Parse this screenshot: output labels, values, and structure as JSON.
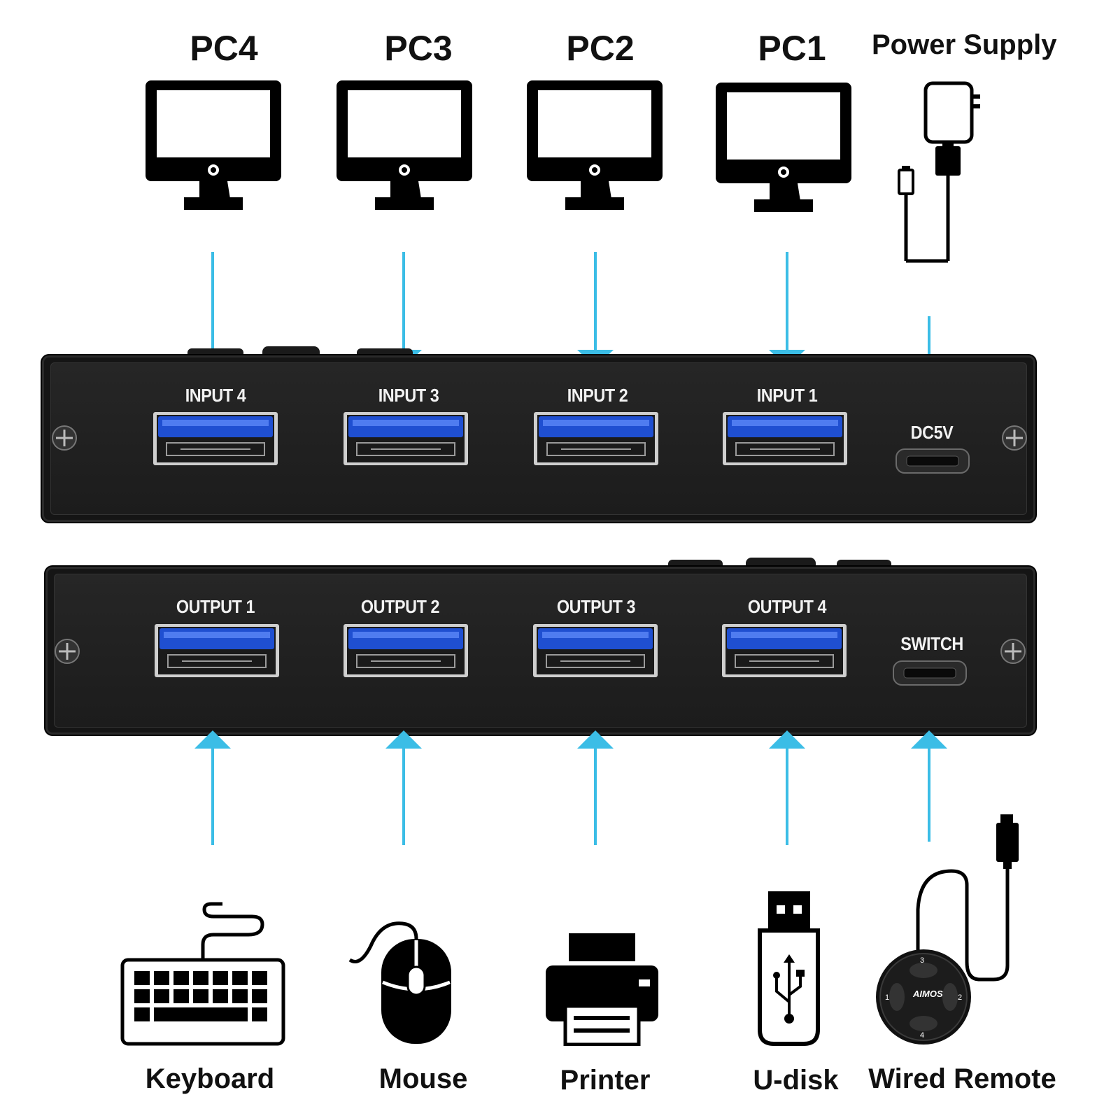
{
  "pcs": [
    {
      "label": "PC4",
      "icon": "monitor-icon"
    },
    {
      "label": "PC3",
      "icon": "monitor-icon"
    },
    {
      "label": "PC2",
      "icon": "monitor-icon"
    },
    {
      "label": "PC1",
      "icon": "monitor-icon"
    }
  ],
  "power_supply": {
    "label": "Power Supply",
    "icon": "power-adapter-icon"
  },
  "input_panel": {
    "ports": [
      "INPUT 4",
      "INPUT 3",
      "INPUT 2",
      "INPUT 1"
    ],
    "dc_label": "DC5V"
  },
  "output_panel": {
    "ports": [
      "OUTPUT 1",
      "OUTPUT 2",
      "OUTPUT 3",
      "OUTPUT 4"
    ],
    "switch_label": "SWITCH"
  },
  "devices": [
    {
      "label": "Keyboard",
      "icon": "keyboard-icon"
    },
    {
      "label": "Mouse",
      "icon": "mouse-icon"
    },
    {
      "label": "Printer",
      "icon": "printer-icon"
    },
    {
      "label": "U-disk",
      "icon": "usb-drive-icon"
    },
    {
      "label": "Wired Remote",
      "icon": "wired-remote-icon"
    }
  ],
  "remote": {
    "brand": "AIMOS",
    "buttons": [
      "1",
      "2",
      "3",
      "4"
    ]
  },
  "colors": {
    "arrow": "#3bbde6",
    "usb_blue": "#1f4fd1",
    "panel": "#1a1a1a"
  }
}
